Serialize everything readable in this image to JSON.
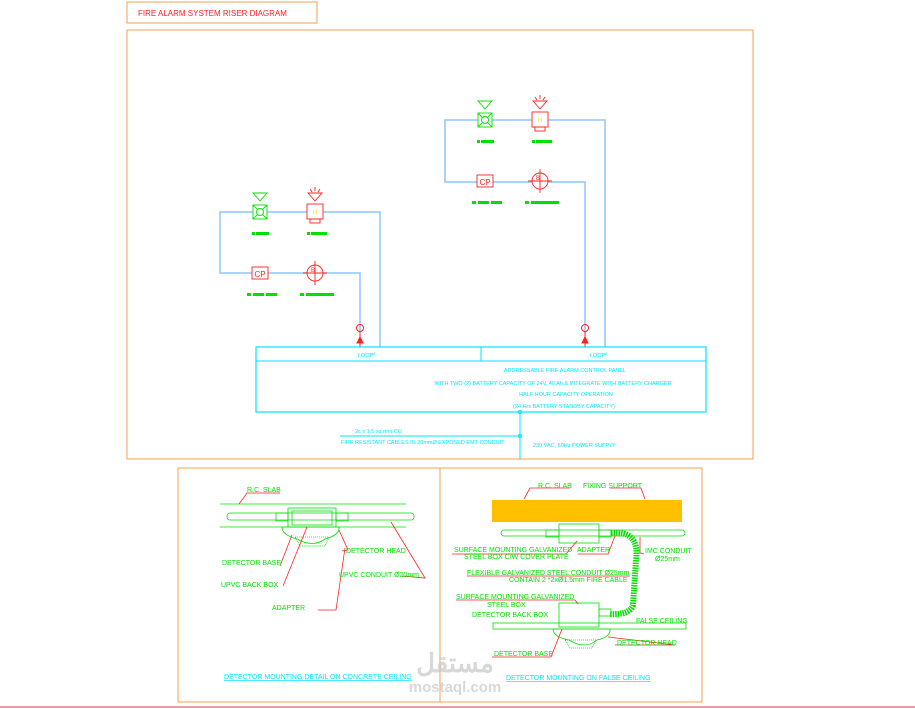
{
  "title": "FIRE ALARM SYSTEM RISER DIAGRAM",
  "colors": {
    "frame": "#f5a050",
    "loop": "#8ec5ff",
    "panel": "#00e5ff",
    "device_red": "#ff2020",
    "device_green": "#00e000",
    "slab": "#ffc000",
    "leader": "#ff2020"
  },
  "riser": {
    "loops": [
      {
        "label": "LOOP",
        "sup": "1",
        "devices": [
          "smoke-detector",
          "horn-strobe",
          "call-point",
          "bell"
        ],
        "cp_label": "CP",
        "bell_label": "B",
        "horn_label": "H"
      },
      {
        "label": "LOOP",
        "sup": "2",
        "devices": [
          "smoke-detector",
          "horn-strobe",
          "call-point",
          "bell"
        ],
        "cp_label": "CP",
        "bell_label": "B",
        "horn_label": "H"
      }
    ],
    "panel": {
      "line1": "ADDRESSABLE FIRE ALARM CONTROL PANEL",
      "line2": "WITH TWO (2) BATTERY CAPACITY OF 24V, 40 Ah & INTEGRATE WITH BATTERY CHARGER",
      "line3": "HALF HOUR CAPACITY OPERATION",
      "line4": "(24 Hrs BATTERY STANDBY CAPACITY)"
    },
    "cable": "2c x 1.5 sq.mm CU",
    "conduit": "FIRE RESISTANT CABLES IN 20mmØ EXPOSED EMT CONDUIT",
    "power": "230 VAC, 60Hz POWER SUPPLY"
  },
  "detail_concrete": {
    "title": "DETECTOR MOUNTING DETAIL ON CONCRETE CEILING",
    "labels": {
      "slab": "R.C. SLAB",
      "base": "DETECTOR BASE",
      "backbox": "UPVC BACK BOX",
      "adapter": "ADAPTER",
      "head": "DETECTOR HEAD",
      "conduit": "UPVC CONDUIT Ø20mm"
    }
  },
  "detail_false": {
    "title": "DETECTOR MOUNTING ON FALSE CEILING",
    "labels": {
      "slab": "R.C. SLAB",
      "fixing": "FIXING SUPPORT",
      "steelbox1": "SURFACE MOUNTING GALVANIZED",
      "steelbox1b": "STEEL BOX C/W COVER PLATE",
      "adapter": "ADAPTER",
      "imc": "IMC CONDUIT",
      "imc_size": "Ø25mm",
      "flex": "FLEXIBLE GALVANIZED STEEL CONDUIT Ø25mm",
      "flex2": "CONTAIN 2 *2xØ1.5mm FIRE CABLE",
      "steelbox2": "SURFACE MOUNTING GALVANIZED",
      "steelbox2b": "STEEL BOX",
      "backbox": "DETECTOR BACK BOX",
      "ceiling": "FALSE CEILING",
      "head": "DETECTOR HEAD",
      "base": "DETECTOR BASE"
    }
  },
  "watermark": {
    "arabic": "مستقل",
    "latin": "mostaql.com"
  }
}
